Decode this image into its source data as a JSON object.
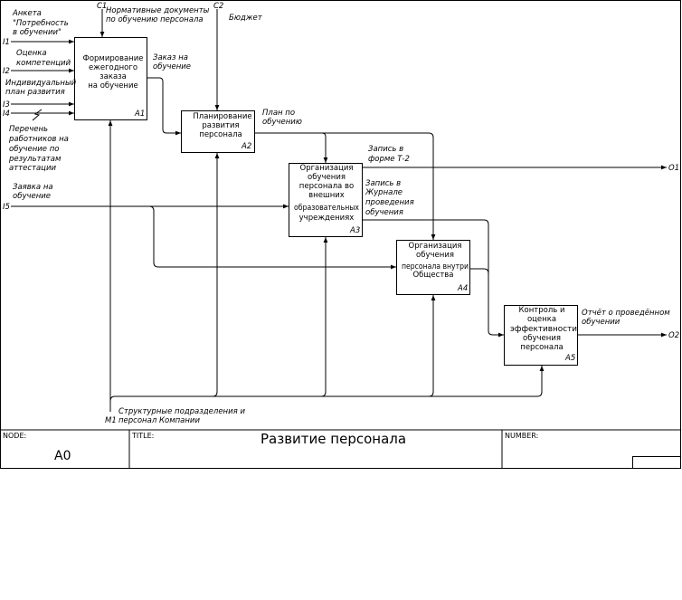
{
  "boxes": {
    "a1": {
      "lines": [
        "Формирование",
        "ежегодного",
        "заказа",
        "на обучение"
      ],
      "num": "A1"
    },
    "a2": {
      "lines": [
        "Планирование",
        "развития",
        "персонала"
      ],
      "num": "A2"
    },
    "a3": {
      "lines": [
        "Организация",
        "обучения",
        "персонала во",
        "внешних",
        "образовательных",
        "учреждениях"
      ],
      "num": "A3"
    },
    "a4": {
      "lines": [
        "Организация",
        "обучения",
        "персонала внутри",
        "Общества"
      ],
      "num": "A4"
    },
    "a5": {
      "lines": [
        "Контроль и",
        "оценка",
        "эффективности",
        "обучения",
        "персонала"
      ],
      "num": "A5"
    }
  },
  "codes": {
    "i1": "I1",
    "i2": "I2",
    "i3": "I3",
    "i4": "I4",
    "i5": "I5",
    "c1": "C1",
    "c2": "C2",
    "m1": "M1",
    "o1": "O1",
    "o2": "O2"
  },
  "labels": {
    "anketa": [
      "Анкета",
      "\"Потребность",
      "в обучении\""
    ],
    "ocenka": [
      "Оценка",
      "компетенций"
    ],
    "individ": [
      "Индивидуальный",
      "план развития"
    ],
    "perechen": [
      "Перечень",
      "работников на",
      "обучение по",
      "результатам",
      "аттестации"
    ],
    "zayavka": [
      "Заявка на",
      "обучение"
    ],
    "normdoc": [
      "Нормативные документы",
      "по обучению персонала"
    ],
    "budget": [
      "Бюджет"
    ],
    "zakaz": [
      "Заказ на",
      "обучение"
    ],
    "plan": [
      "План по",
      "обучению"
    ],
    "t2": [
      "Запись в",
      "форме Т-2"
    ],
    "journal": [
      "Запись в",
      "Журнале",
      "проведения",
      "обучения"
    ],
    "otchet": [
      "Отчёт о проведённом",
      "обучении"
    ],
    "struct": [
      "Структурные подразделения и",
      "персонал Компании"
    ]
  },
  "frame": {
    "node_header": "NODE:",
    "node_value": "A0",
    "title_header": "TITLE:",
    "title_value": "Развитие персонала",
    "number_header": "NUMBER:"
  }
}
